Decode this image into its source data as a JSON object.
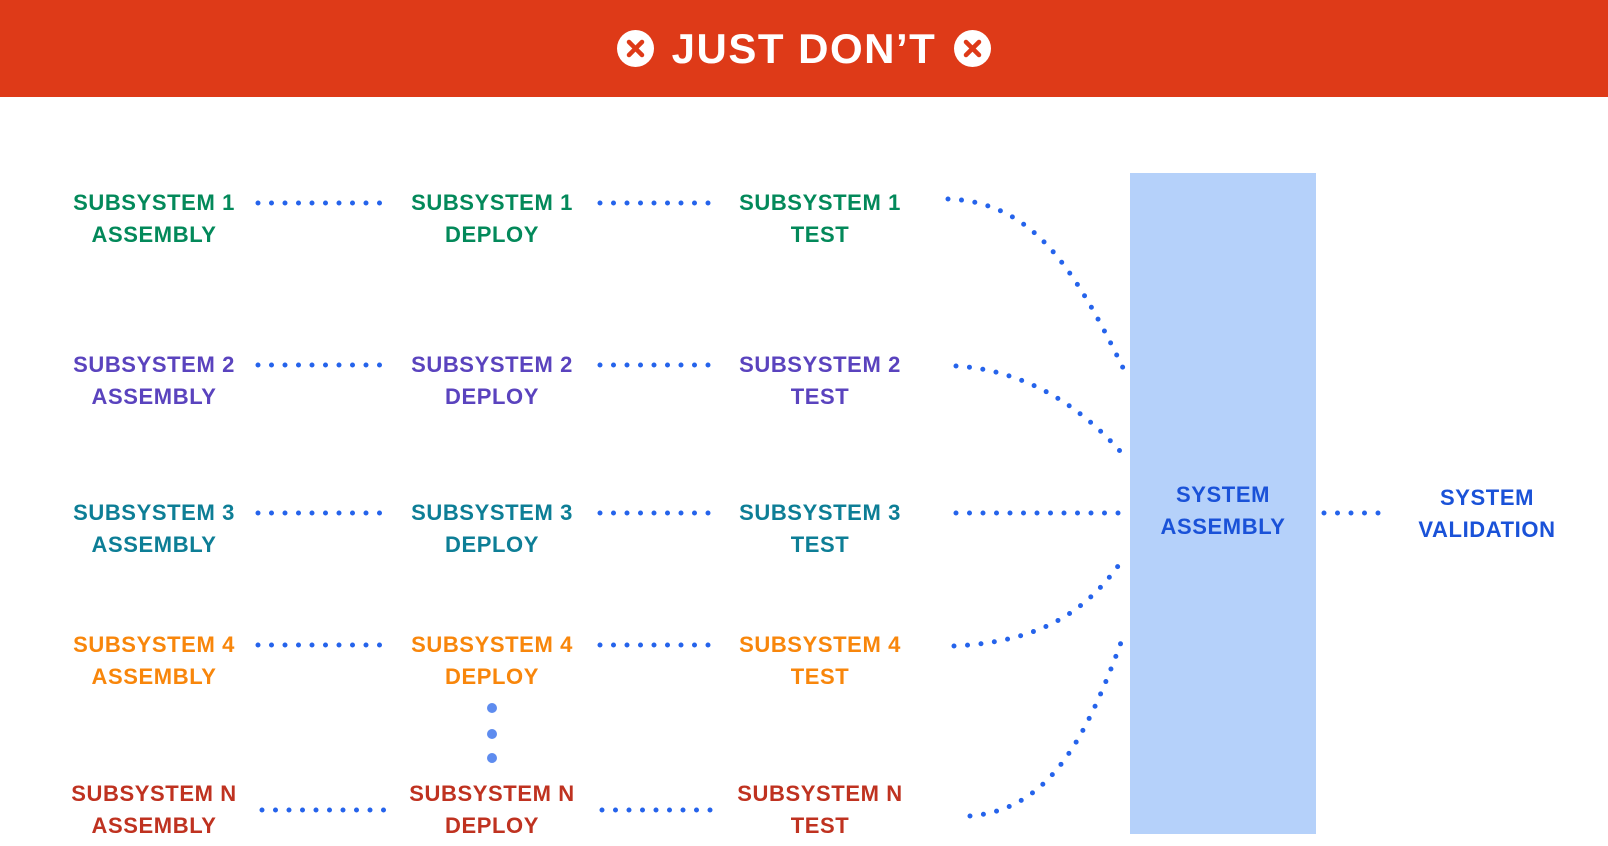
{
  "banner": {
    "title": "JUST DON’T",
    "left_icon": "x-circle-icon",
    "right_icon": "x-circle-icon",
    "background": "#DE3A18",
    "text_color": "#FFFFFF",
    "icon_x_color": "#DE3A18"
  },
  "rows": [
    {
      "name": "subsystem-1",
      "color": "#03895A",
      "cells": [
        {
          "line1": "SUBSYSTEM 1",
          "line2": "ASSEMBLY"
        },
        {
          "line1": "SUBSYSTEM 1",
          "line2": "DEPLOY"
        },
        {
          "line1": "SUBSYSTEM 1",
          "line2": "TEST"
        }
      ]
    },
    {
      "name": "subsystem-2",
      "color": "#5A43BE",
      "cells": [
        {
          "line1": "SUBSYSTEM 2",
          "line2": "ASSEMBLY"
        },
        {
          "line1": "SUBSYSTEM 2",
          "line2": "DEPLOY"
        },
        {
          "line1": "SUBSYSTEM 2",
          "line2": "TEST"
        }
      ]
    },
    {
      "name": "subsystem-3",
      "color": "#0D7E96",
      "cells": [
        {
          "line1": "SUBSYSTEM 3",
          "line2": "ASSEMBLY"
        },
        {
          "line1": "SUBSYSTEM 3",
          "line2": "DEPLOY"
        },
        {
          "line1": "SUBSYSTEM 3",
          "line2": "TEST"
        }
      ]
    },
    {
      "name": "subsystem-4",
      "color": "#F8860B",
      "cells": [
        {
          "line1": "SUBSYSTEM 4",
          "line2": "ASSEMBLY"
        },
        {
          "line1": "SUBSYSTEM 4",
          "line2": "DEPLOY"
        },
        {
          "line1": "SUBSYSTEM 4",
          "line2": "TEST"
        }
      ]
    },
    {
      "name": "subsystem-n",
      "color": "#BF3220",
      "cells": [
        {
          "line1": "SUBSYSTEM N",
          "line2": "ASSEMBLY"
        },
        {
          "line1": "SUBSYSTEM N",
          "line2": "DEPLOY"
        },
        {
          "line1": "SUBSYSTEM N",
          "line2": "TEST"
        }
      ]
    }
  ],
  "system_assembly": {
    "line1": "SYSTEM",
    "line2": "ASSEMBLY",
    "box_fill": "#B5D1FA",
    "text_color": "#1A52D8"
  },
  "system_validation": {
    "line1": "SYSTEM",
    "line2": "VALIDATION",
    "text_color": "#1A52D8"
  },
  "connectors": {
    "dot_color": "#2563EB",
    "ellipsis_dot_color": "#5E8CEF"
  }
}
